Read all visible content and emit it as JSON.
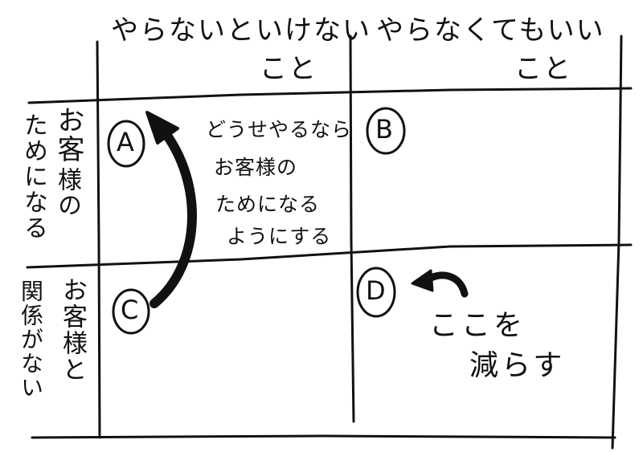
{
  "headers": {
    "must_do": {
      "line1": "やらないといけない",
      "line2": "こと"
    },
    "optional": {
      "line1": "やらなくてもいい",
      "line2": "こと"
    }
  },
  "rows": {
    "for_customer": {
      "col1": "お客",
      "col2": "ためになる",
      "col2b": "様の"
    },
    "unrelated": {
      "col1": "関係がない",
      "col2": "お客様と"
    }
  },
  "cells": {
    "a": "A",
    "b": "B",
    "c": "C",
    "d": "D"
  },
  "annotations": {
    "arrow_note": [
      "どうせやるなら",
      "お客様の",
      "ためになる",
      "ようにする"
    ],
    "reduce_note": [
      "ここを",
      "減らす"
    ]
  }
}
